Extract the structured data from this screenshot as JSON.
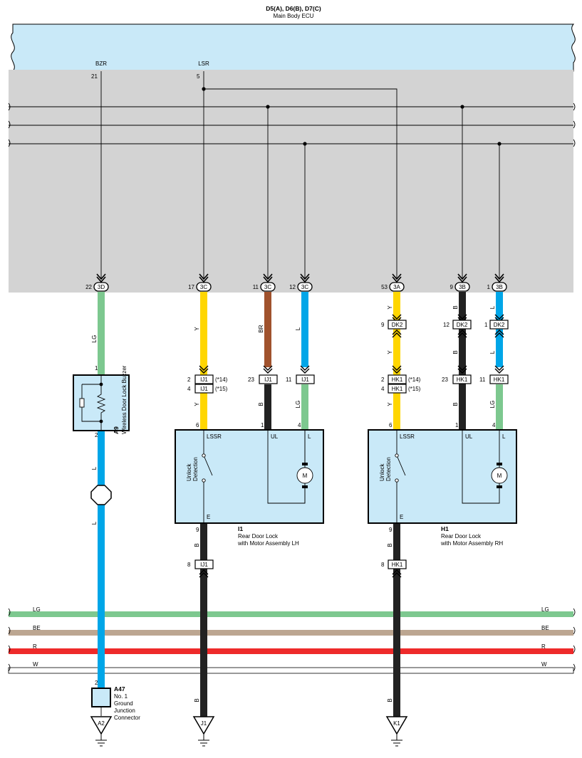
{
  "ecu": {
    "codes": "D5(A), D6(B), D7(C)",
    "name": "Main Body ECU",
    "pins": [
      {
        "name": "BZR",
        "pin": "21"
      },
      {
        "name": "LSR",
        "pin": "5"
      }
    ]
  },
  "ecu_connectors": [
    {
      "pin": "22",
      "conn": "3D"
    },
    {
      "pin": "17",
      "conn": "3C"
    },
    {
      "pin": "11",
      "conn": "3C"
    },
    {
      "pin": "12",
      "conn": "3C"
    },
    {
      "pin": "53",
      "conn": "3A"
    },
    {
      "pin": "9",
      "conn": "3B"
    },
    {
      "pin": "1",
      "conn": "3B"
    }
  ],
  "wire_colors": {
    "lg": "LG",
    "y": "Y",
    "br": "BR",
    "l": "L",
    "b": "B"
  },
  "colors": {
    "LG": "#7dc88f",
    "Y": "#ffd600",
    "BR": "#a0522d",
    "L": "#00a6e8",
    "B": "#222222",
    "BE": "#bca691",
    "R": "#ee2a2a",
    "W": "#ffffff",
    "ecu_fill": "#c9e9f8",
    "band_fill": "#d3d3d3",
    "component_fill": "#c9e9f8"
  },
  "connectors": {
    "dk2": "DK2",
    "ij1": "IJ1",
    "hk1": "HK1",
    "dk2_pins": [
      "9",
      "12",
      "1"
    ],
    "ij1_pins": {
      "lssr_a": "2",
      "lssr_b": "4",
      "ul": "23",
      "l": "11",
      "e": "8"
    },
    "hk1_pins": {
      "lssr_a": "2",
      "lssr_b": "4",
      "ul": "23",
      "l": "11",
      "e": "8"
    },
    "notes": {
      "n14": "(*14)",
      "n15": "(*15)"
    }
  },
  "buzzer": {
    "code": "A9",
    "name": "Wireless Door Lock Buzzer",
    "pin_top": "1",
    "pin_bottom": "2"
  },
  "lh": {
    "code": "I1",
    "name_line1": "Rear Door Lock",
    "name_line2": "with Motor Assembly LH",
    "pins": {
      "lssr": "6",
      "ul": "1",
      "l": "4",
      "e": "9"
    }
  },
  "rh": {
    "code": "H1",
    "name_line1": "Rear Door Lock",
    "name_line2": "with Motor Assembly RH",
    "pins": {
      "lssr": "6",
      "ul": "1",
      "l": "4",
      "e": "9"
    }
  },
  "lock_labels": {
    "lssr": "LSSR",
    "ul": "UL",
    "l": "L",
    "e": "E",
    "unlock": "Unlock",
    "detection": "Detection",
    "motor": "M"
  },
  "bus": [
    {
      "color": "LG"
    },
    {
      "color": "BE"
    },
    {
      "color": "R"
    },
    {
      "color": "W"
    }
  ],
  "ground_junction": {
    "code": "A47",
    "line1": "No.  1",
    "line2": "Ground",
    "line3": "Junction",
    "line4": "Connector",
    "pin": "2"
  },
  "grounds": {
    "a2": "A2",
    "j1": "J1",
    "k1": "K1"
  }
}
